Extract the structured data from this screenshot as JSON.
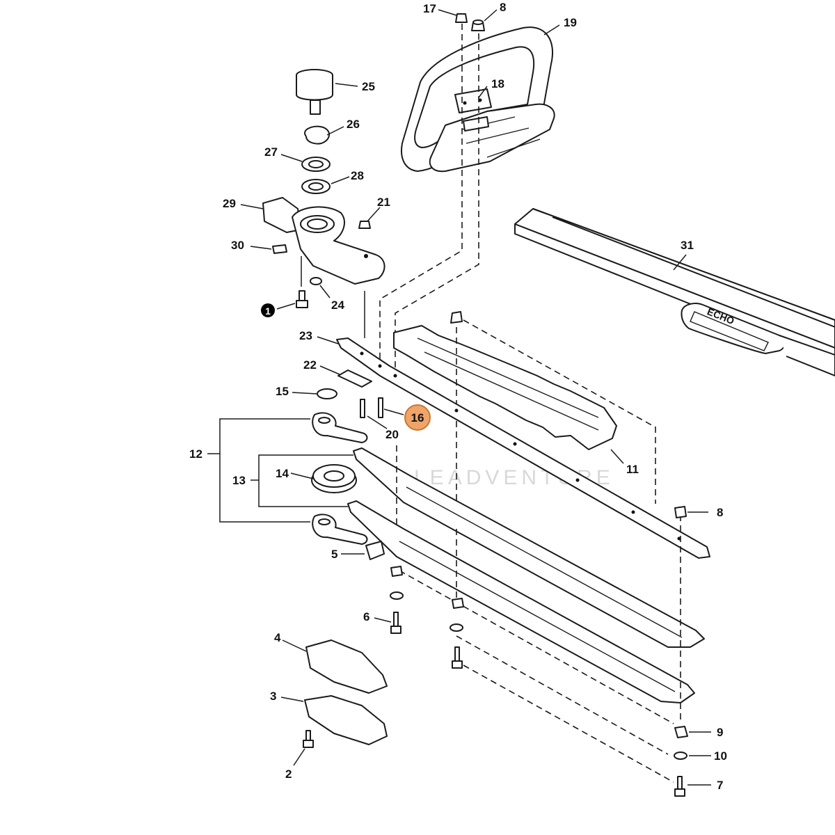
{
  "diagram": {
    "callouts": [
      {
        "id": "c17",
        "label": "17"
      },
      {
        "id": "c8a",
        "label": "8"
      },
      {
        "id": "c19",
        "label": "19"
      },
      {
        "id": "c18",
        "label": "18"
      },
      {
        "id": "c25",
        "label": "25"
      },
      {
        "id": "c26",
        "label": "26"
      },
      {
        "id": "c27",
        "label": "27"
      },
      {
        "id": "c28",
        "label": "28"
      },
      {
        "id": "c29",
        "label": "29"
      },
      {
        "id": "c21",
        "label": "21"
      },
      {
        "id": "c30",
        "label": "30"
      },
      {
        "id": "c1",
        "label": "1"
      },
      {
        "id": "c24",
        "label": "24"
      },
      {
        "id": "c31",
        "label": "31"
      },
      {
        "id": "c23",
        "label": "23"
      },
      {
        "id": "c22",
        "label": "22"
      },
      {
        "id": "c15",
        "label": "15"
      },
      {
        "id": "c16",
        "label": "16"
      },
      {
        "id": "c20",
        "label": "20"
      },
      {
        "id": "c12",
        "label": "12"
      },
      {
        "id": "c11",
        "label": "11"
      },
      {
        "id": "c13",
        "label": "13"
      },
      {
        "id": "c14",
        "label": "14"
      },
      {
        "id": "c8b",
        "label": "8"
      },
      {
        "id": "c5",
        "label": "5"
      },
      {
        "id": "c6",
        "label": "6"
      },
      {
        "id": "c4",
        "label": "4"
      },
      {
        "id": "c3",
        "label": "3"
      },
      {
        "id": "c2",
        "label": "2"
      },
      {
        "id": "c9",
        "label": "9"
      },
      {
        "id": "c10",
        "label": "10"
      },
      {
        "id": "c7",
        "label": "7"
      }
    ],
    "highlighted_callout": "16",
    "highlight_color": "#f0a46a",
    "highlight_border": "#c8782e",
    "marker_fill": "#000000",
    "watermark": "LEADVENTURE",
    "cover_brand": "ECHO"
  }
}
